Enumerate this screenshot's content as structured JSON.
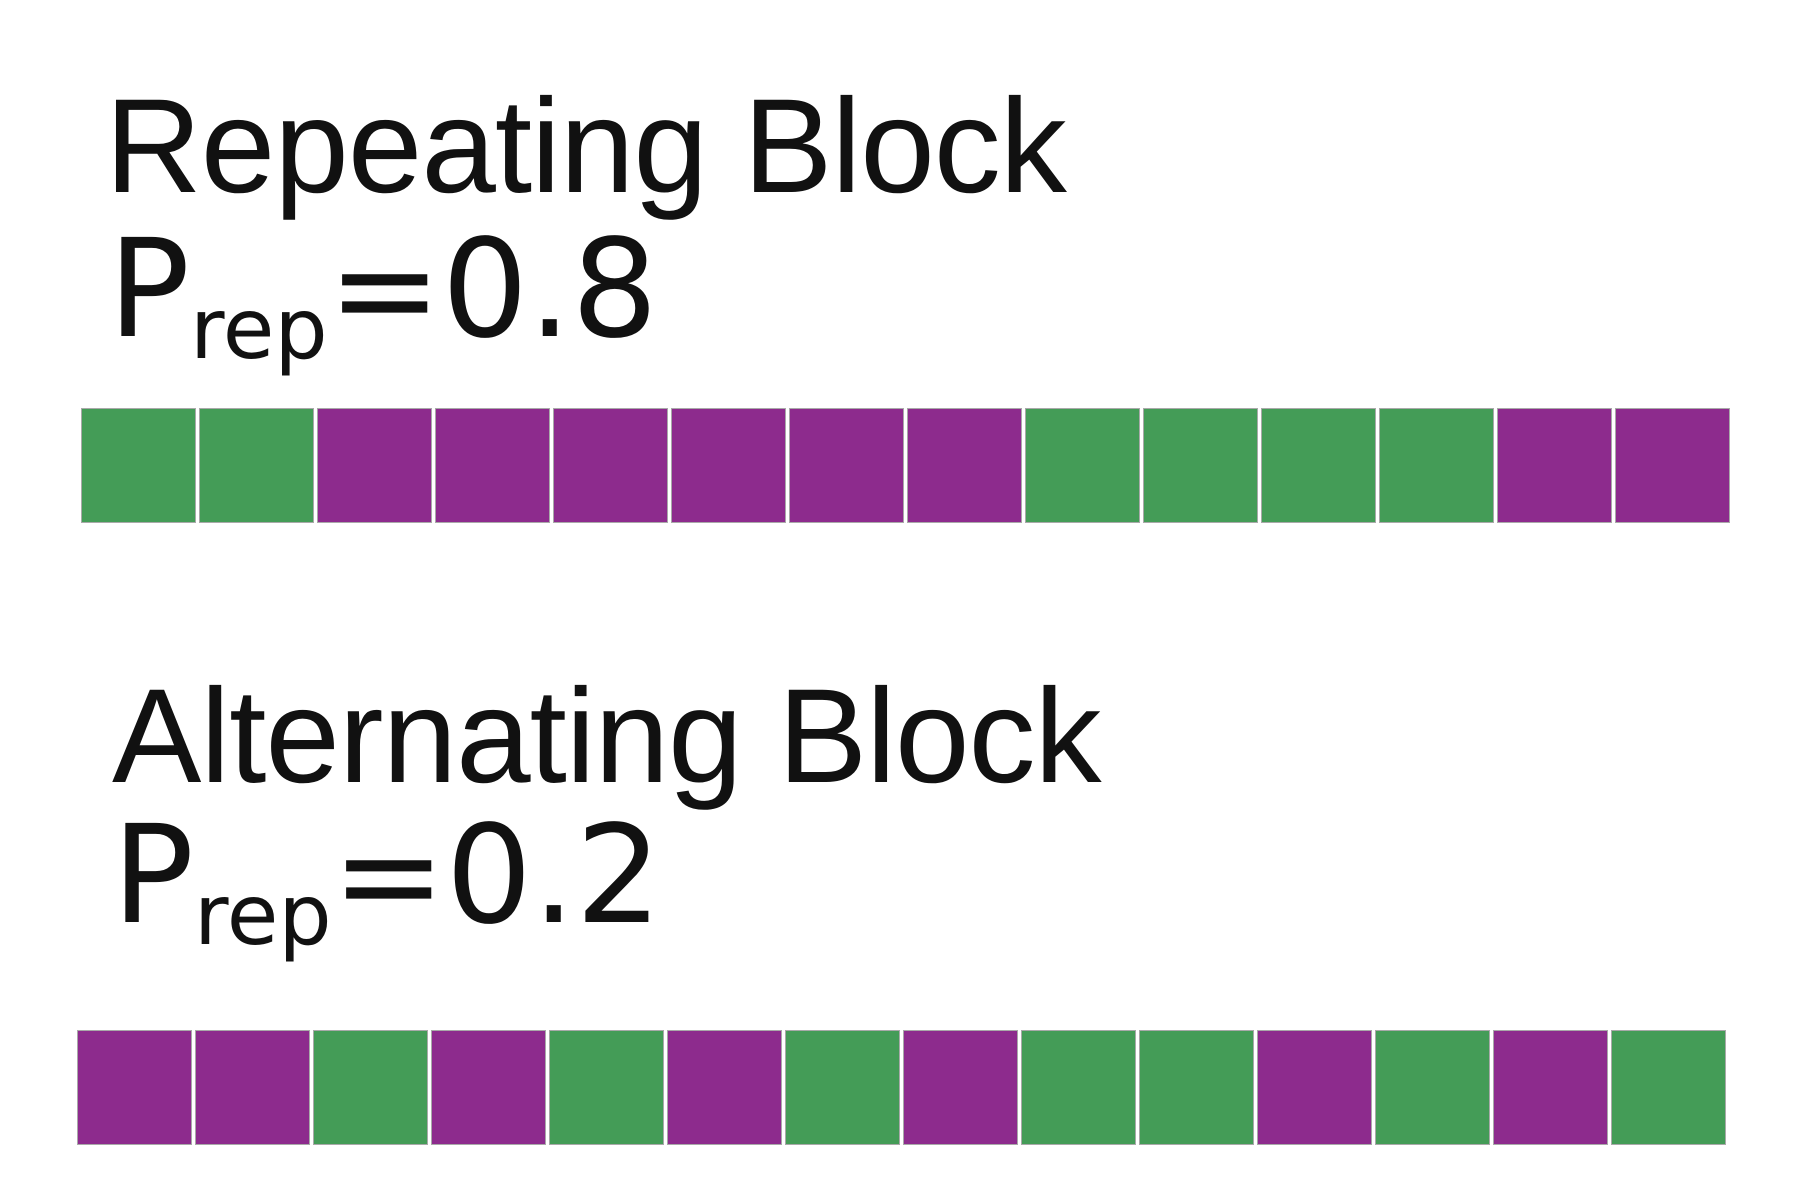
{
  "sections": [
    {
      "title": "Repeating Block",
      "probability": {
        "symbol": "P",
        "subscript": "rep",
        "operator": "=",
        "value": "0.8"
      },
      "sequence": [
        "green",
        "green",
        "purple",
        "purple",
        "purple",
        "purple",
        "purple",
        "purple",
        "green",
        "green",
        "green",
        "green",
        "purple",
        "purple"
      ]
    },
    {
      "title": "Alternating Block",
      "probability": {
        "symbol": "P",
        "subscript": "rep",
        "operator": "=",
        "value": "0.2"
      },
      "sequence": [
        "purple",
        "purple",
        "green",
        "purple",
        "green",
        "purple",
        "green",
        "purple",
        "green",
        "green",
        "purple",
        "green",
        "purple",
        "green"
      ]
    }
  ],
  "colors": {
    "green": "#449c57",
    "purple": "#8d2b8d"
  }
}
